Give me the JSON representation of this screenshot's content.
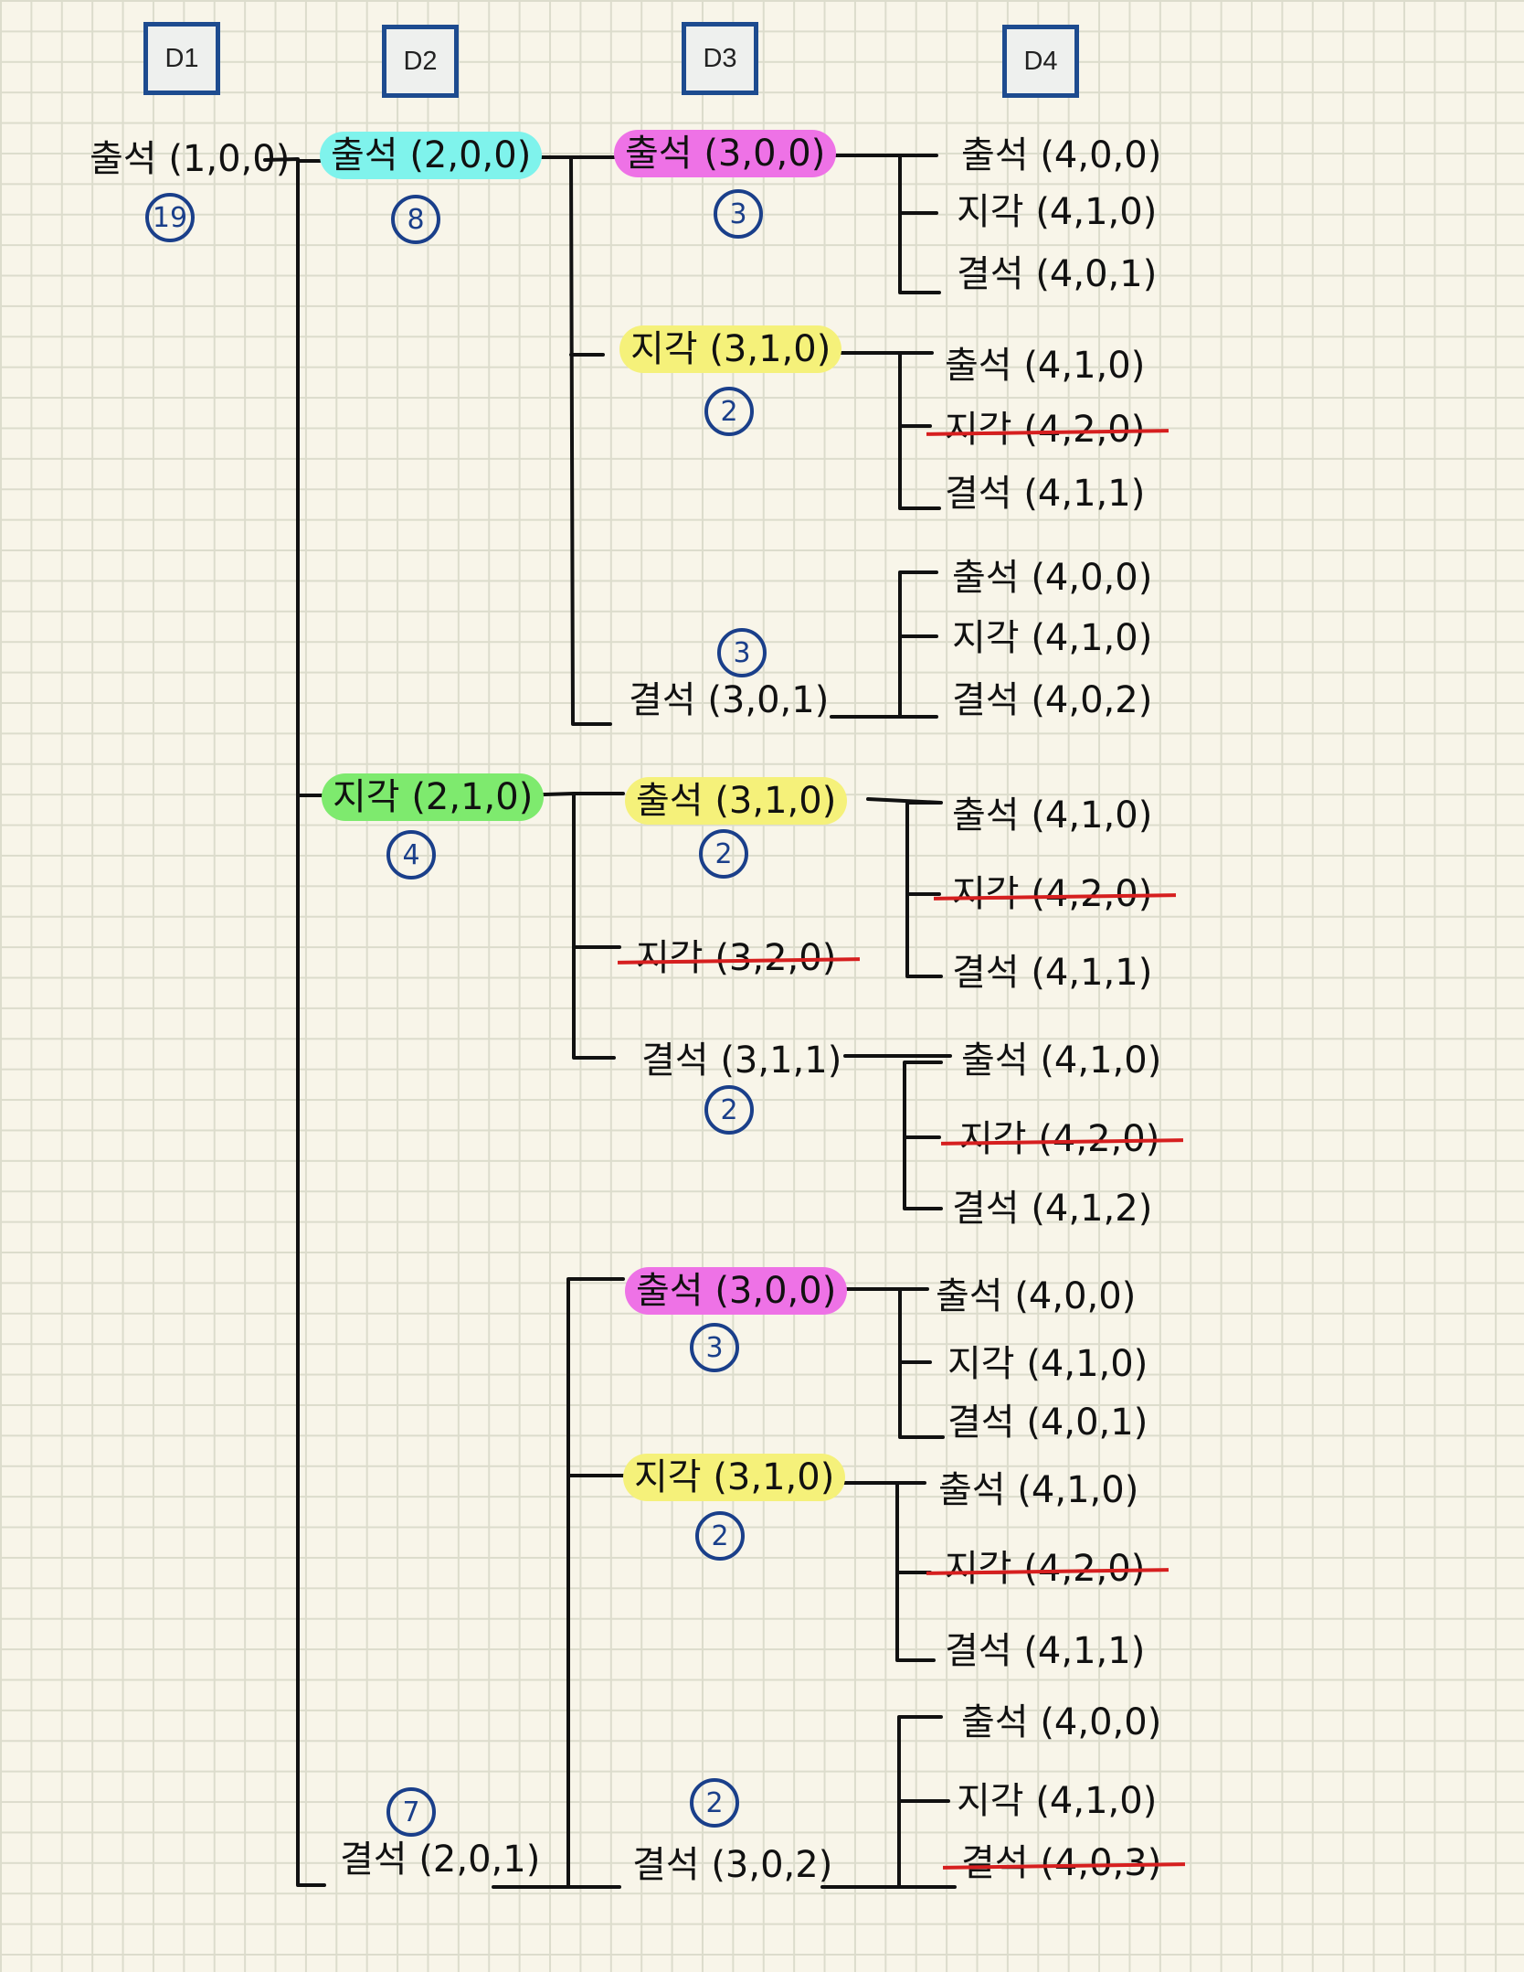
{
  "headers": [
    "D1",
    "D2",
    "D3",
    "D4"
  ],
  "root": {
    "label": "출석 (1,0,0)",
    "count": "19"
  },
  "d2": [
    {
      "label": "출석 (2,0,0)",
      "count": "8"
    },
    {
      "label": "지각 (2,1,0)",
      "count": "4"
    },
    {
      "label": "결석 (2,0,1)",
      "count": "7"
    }
  ],
  "d3": [
    {
      "label": "출석 (3,0,0)",
      "count": "3"
    },
    {
      "label": "지각 (3,1,0)",
      "count": "2"
    },
    {
      "label": "결석 (3,0,1)",
      "count": "3"
    },
    {
      "label": "출석 (3,1,0)",
      "count": "2"
    },
    {
      "label": "지각 (3,2,0)"
    },
    {
      "label": "결석 (3,1,1)",
      "count": "2"
    },
    {
      "label": "출석 (3,0,0)",
      "count": "3"
    },
    {
      "label": "지각 (3,1,0)",
      "count": "2"
    },
    {
      "label": "결석 (3,0,2)",
      "count": "2"
    }
  ],
  "d4": [
    "출석 (4,0,0)",
    "지각 (4,1,0)",
    "결석 (4,0,1)",
    "출석 (4,1,0)",
    "지각 (4,2,0)",
    "결석 (4,1,1)",
    "출석 (4,0,0)",
    "지각 (4,1,0)",
    "결석 (4,0,2)",
    "출석 (4,1,0)",
    "지각 (4,2,0)",
    "결석 (4,1,1)",
    "출석 (4,1,0)",
    "지각 (4,2,0)",
    "결석 (4,1,2)",
    "출석 (4,0,0)",
    "지각 (4,1,0)",
    "결석 (4,0,1)",
    "출석 (4,1,0)",
    "지각 (4,2,0)",
    "결석 (4,1,1)",
    "출석 (4,0,0)",
    "지각 (4,1,0)",
    "결석 (4,0,3)"
  ],
  "colors": {
    "cyan": "#7ff3ec",
    "magenta": "#ee72e6",
    "yellow": "#f5f17a",
    "green": "#7eea6e",
    "ink": "#111111",
    "count_circle": "#1a3f8a",
    "strike": "#d61f1f",
    "header_border": "#1d4b8f"
  }
}
